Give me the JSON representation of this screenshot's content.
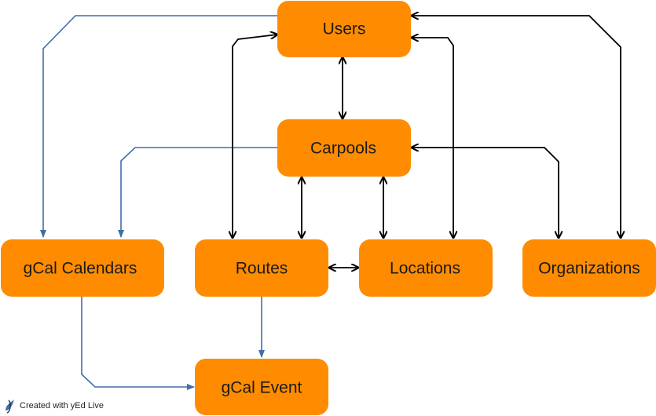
{
  "diagram": {
    "nodes": {
      "users": "Users",
      "carpools": "Carpools",
      "gcal_calendars": "gCal Calendars",
      "routes": "Routes",
      "locations": "Locations",
      "organizations": "Organizations",
      "gcal_event": "gCal Event"
    },
    "colors": {
      "node_fill": "#ff8c00",
      "black_edge": "#000000",
      "blue_edge": "#3f6fa6"
    }
  },
  "footer": {
    "credit": "Created with yEd Live",
    "logo_icon": "yed-logo-icon"
  }
}
